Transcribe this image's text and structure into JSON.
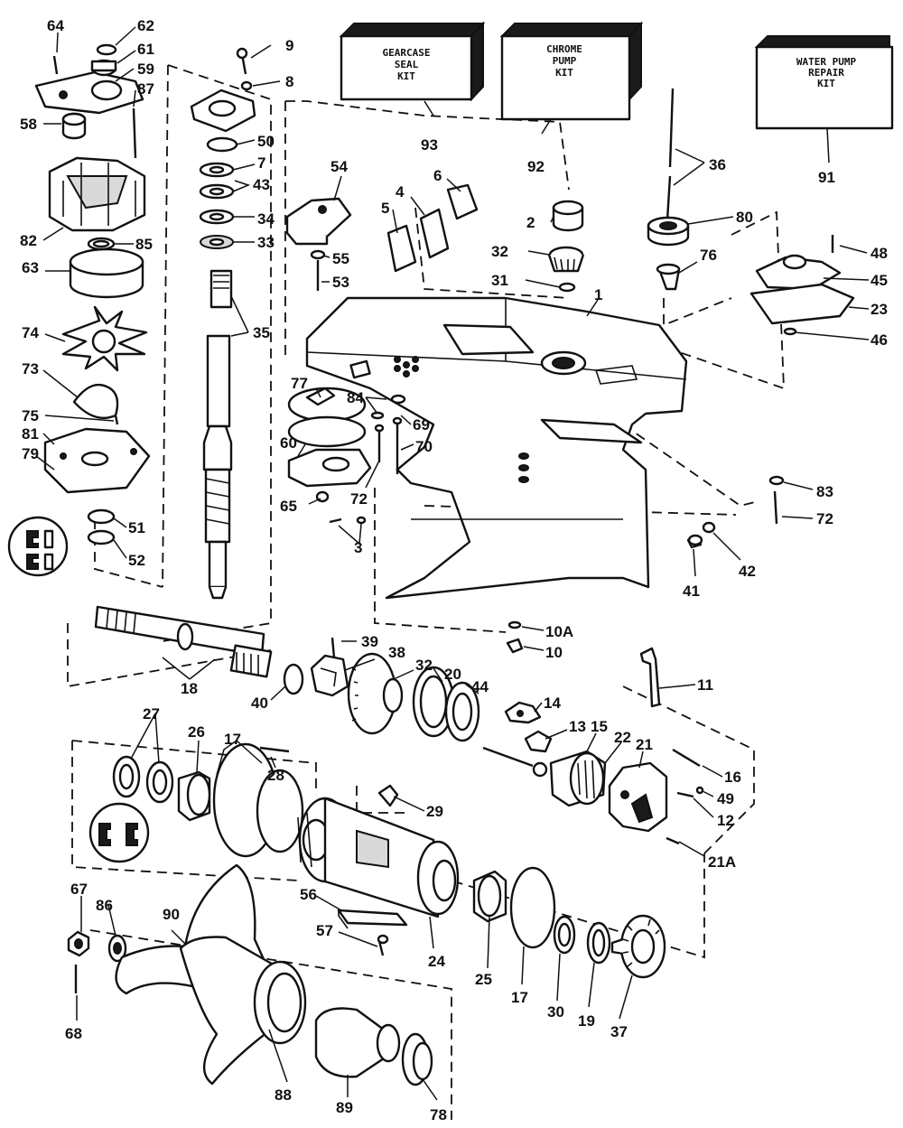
{
  "kits": {
    "gearcase": {
      "line1": "GEARCASE",
      "line2": "SEAL",
      "line3": "KIT",
      "number": "93"
    },
    "chrome": {
      "line1": "CHROME",
      "line2": "PUMP",
      "line3": "KIT",
      "number": "92"
    },
    "water": {
      "line1": "WATER PUMP",
      "line2": "REPAIR",
      "line3": "KIT",
      "number": "91"
    }
  },
  "callouts": {
    "c64": "64",
    "c62": "62",
    "c61": "61",
    "c59": "59",
    "c87": "87",
    "c58": "58",
    "c82": "82",
    "c85": "85",
    "c63": "63",
    "c74": "74",
    "c73": "73",
    "c75": "75",
    "c81": "81",
    "c79": "79",
    "c51": "51",
    "c52": "52",
    "c9": "9",
    "c8": "8",
    "c50": "50",
    "c7": "7",
    "c43": "43",
    "c34": "34",
    "c33": "33",
    "c35": "35",
    "c54": "54",
    "c55": "55",
    "c53": "53",
    "c6": "6",
    "c4": "4",
    "c5": "5",
    "c2": "2",
    "c32a": "32",
    "c31": "31",
    "c1": "1",
    "c36": "36",
    "c80": "80",
    "c76": "76",
    "c48": "48",
    "c45": "45",
    "c23": "23",
    "c46": "46",
    "c77": "77",
    "c84": "84",
    "c69": "69",
    "c70": "70",
    "c60": "60",
    "c72a": "72",
    "c65": "65",
    "c3": "3",
    "c83": "83",
    "c72b": "72",
    "c42": "42",
    "c41": "41",
    "c10a": "10A",
    "c10": "10",
    "c39": "39",
    "c38": "38",
    "c32b": "32",
    "c20": "20",
    "c44": "44",
    "c14": "14",
    "c13": "13",
    "c15": "15",
    "c22": "22",
    "c21": "21",
    "c11": "11",
    "c18": "18",
    "c40": "40",
    "c27": "27",
    "c26": "26",
    "c17a": "17",
    "c28": "28",
    "c29": "29",
    "c16": "16",
    "c49": "49",
    "c12": "12",
    "c21a": "21A",
    "c67": "67",
    "c86": "86",
    "c90": "90",
    "c56": "56",
    "c57": "57",
    "c24": "24",
    "c25": "25",
    "c17b": "17",
    "c30": "30",
    "c19": "19",
    "c37": "37",
    "c68": "68",
    "c88": "88",
    "c89": "89",
    "c78": "78"
  }
}
